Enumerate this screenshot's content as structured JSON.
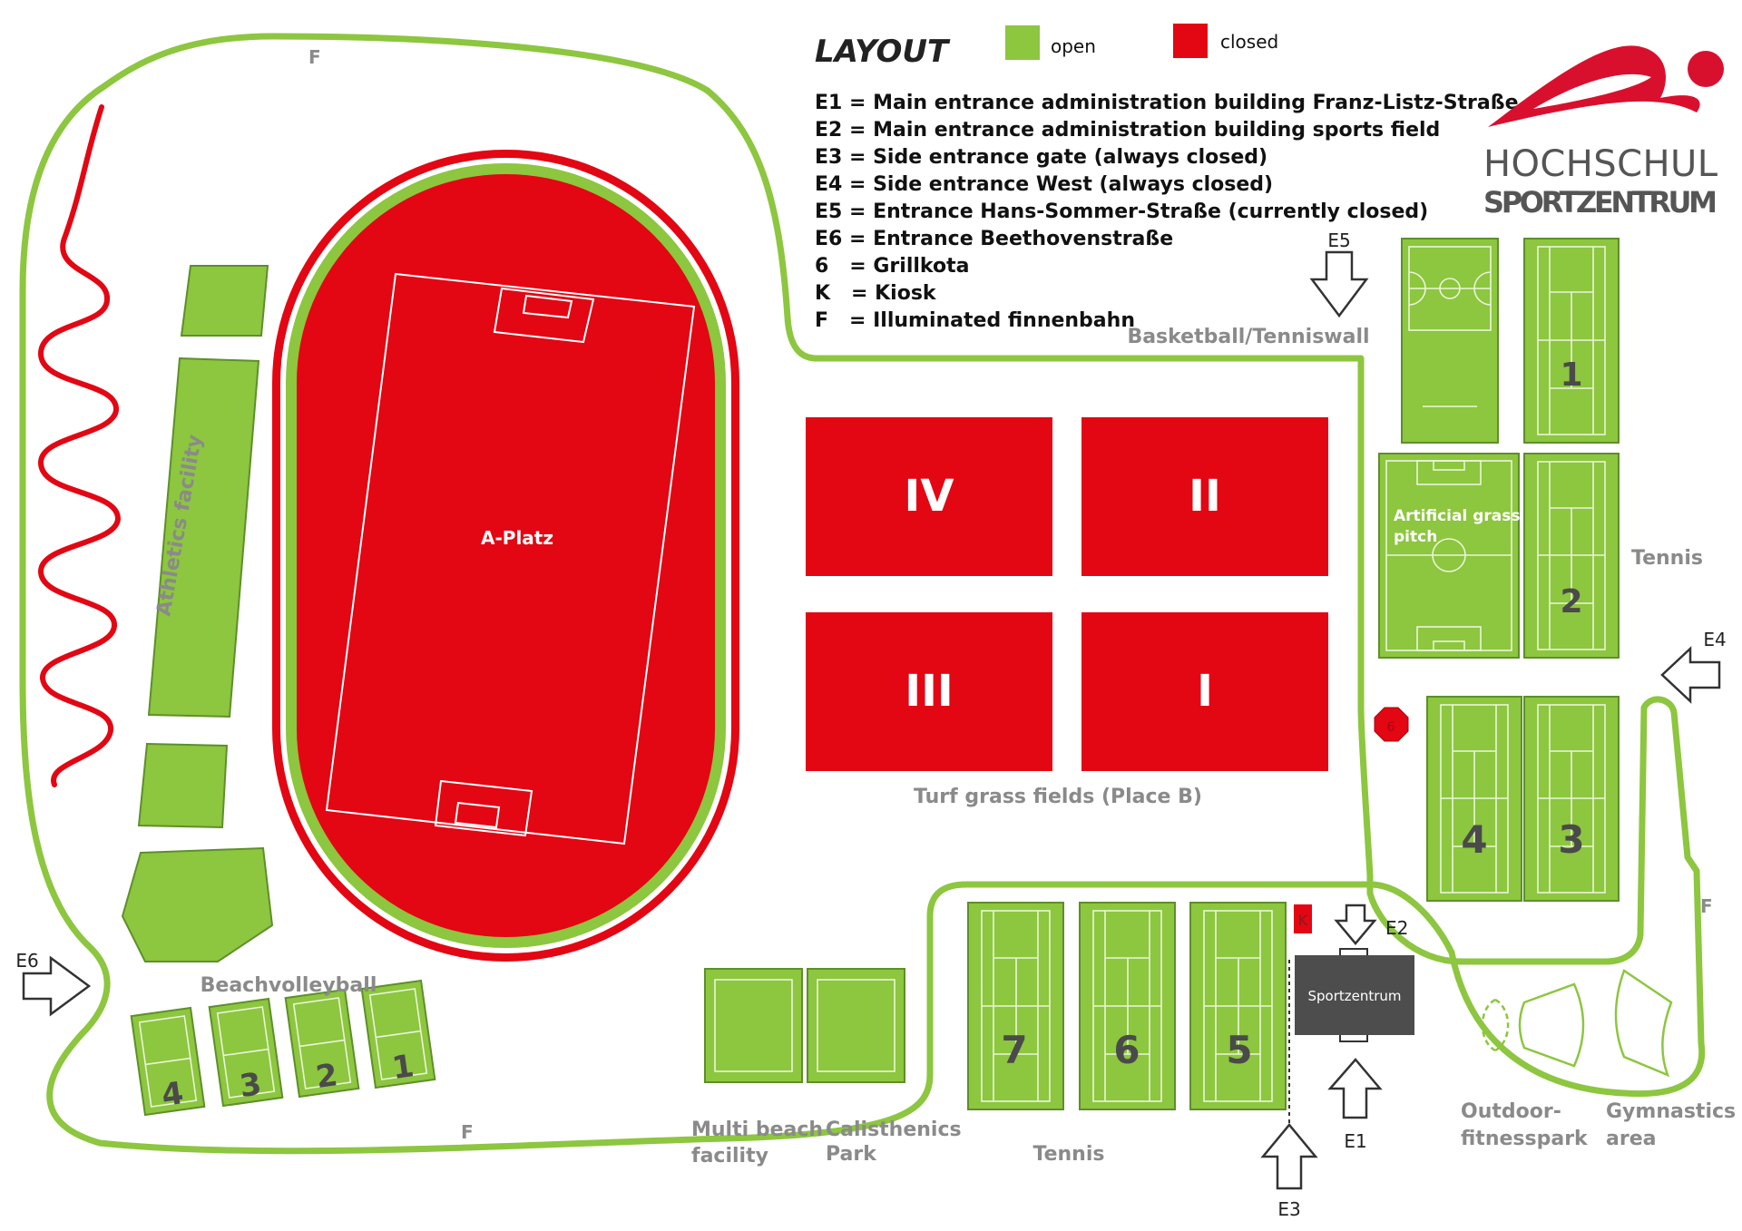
{
  "legend": {
    "title": "LAYOUT",
    "open_label": "open",
    "closed_label": "closed",
    "entries": [
      "E1 = Main entrance administration building Franz-Listz-Straße",
      "E2 = Main entrance administration building sports field",
      "E3 = Side entrance gate (always closed)",
      "E4 = Side entrance West (always closed)",
      "E5 = Entrance Hans-Sommer-Straße (currently closed)",
      "E6 = Entrance Beethovenstraße",
      "6   = Grillkota",
      "K   = Kiosk",
      "F   = Illuminated finnenbahn"
    ]
  },
  "logo": {
    "line1": "HOCHSCHUL",
    "line2": "SPORTZENTRUM"
  },
  "colors": {
    "open": "#8dc63f",
    "closed": "#e30613",
    "path": "#8dc63f",
    "building": "#4d4d4d"
  },
  "areas": {
    "a_platz": "A-Platz",
    "athletics": "Athletics facility",
    "turf_caption": "Turf grass fields (Place B)",
    "turf_fields": [
      "IV",
      "II",
      "III",
      "I"
    ],
    "basketball": "Basketball/Tenniswall",
    "artificial_line1": "Artificial grass",
    "artificial_line2": "pitch",
    "tennis_right": "Tennis",
    "tennis_bottom": "Tennis",
    "beachvolleyball": "Beachvolleyball",
    "multibeach_line1": "Multi beach",
    "multibeach_line2": "facility",
    "calisthenics_line1": "Calisthenics",
    "calisthenics_line2": "Park",
    "outdoor_line1": "Outdoor-",
    "outdoor_line2": "fitnesspark",
    "gymnastics_line1": "Gymnastics",
    "gymnastics_line2": "area",
    "sportzentrum": "Sportzentrum",
    "kiosk": "K",
    "grillkota": "6"
  },
  "court_numbers": {
    "tennis_right": [
      "1",
      "2",
      "4",
      "3"
    ],
    "tennis_bottom": [
      "7",
      "6",
      "5"
    ],
    "beach": [
      "4",
      "3",
      "2",
      "1"
    ]
  },
  "entrances": {
    "e1": "E1",
    "e2": "E2",
    "e3": "E3",
    "e4": "E4",
    "e5": "E5",
    "e6": "E6"
  },
  "finnenbahn_marks": [
    "F",
    "F",
    "F"
  ]
}
